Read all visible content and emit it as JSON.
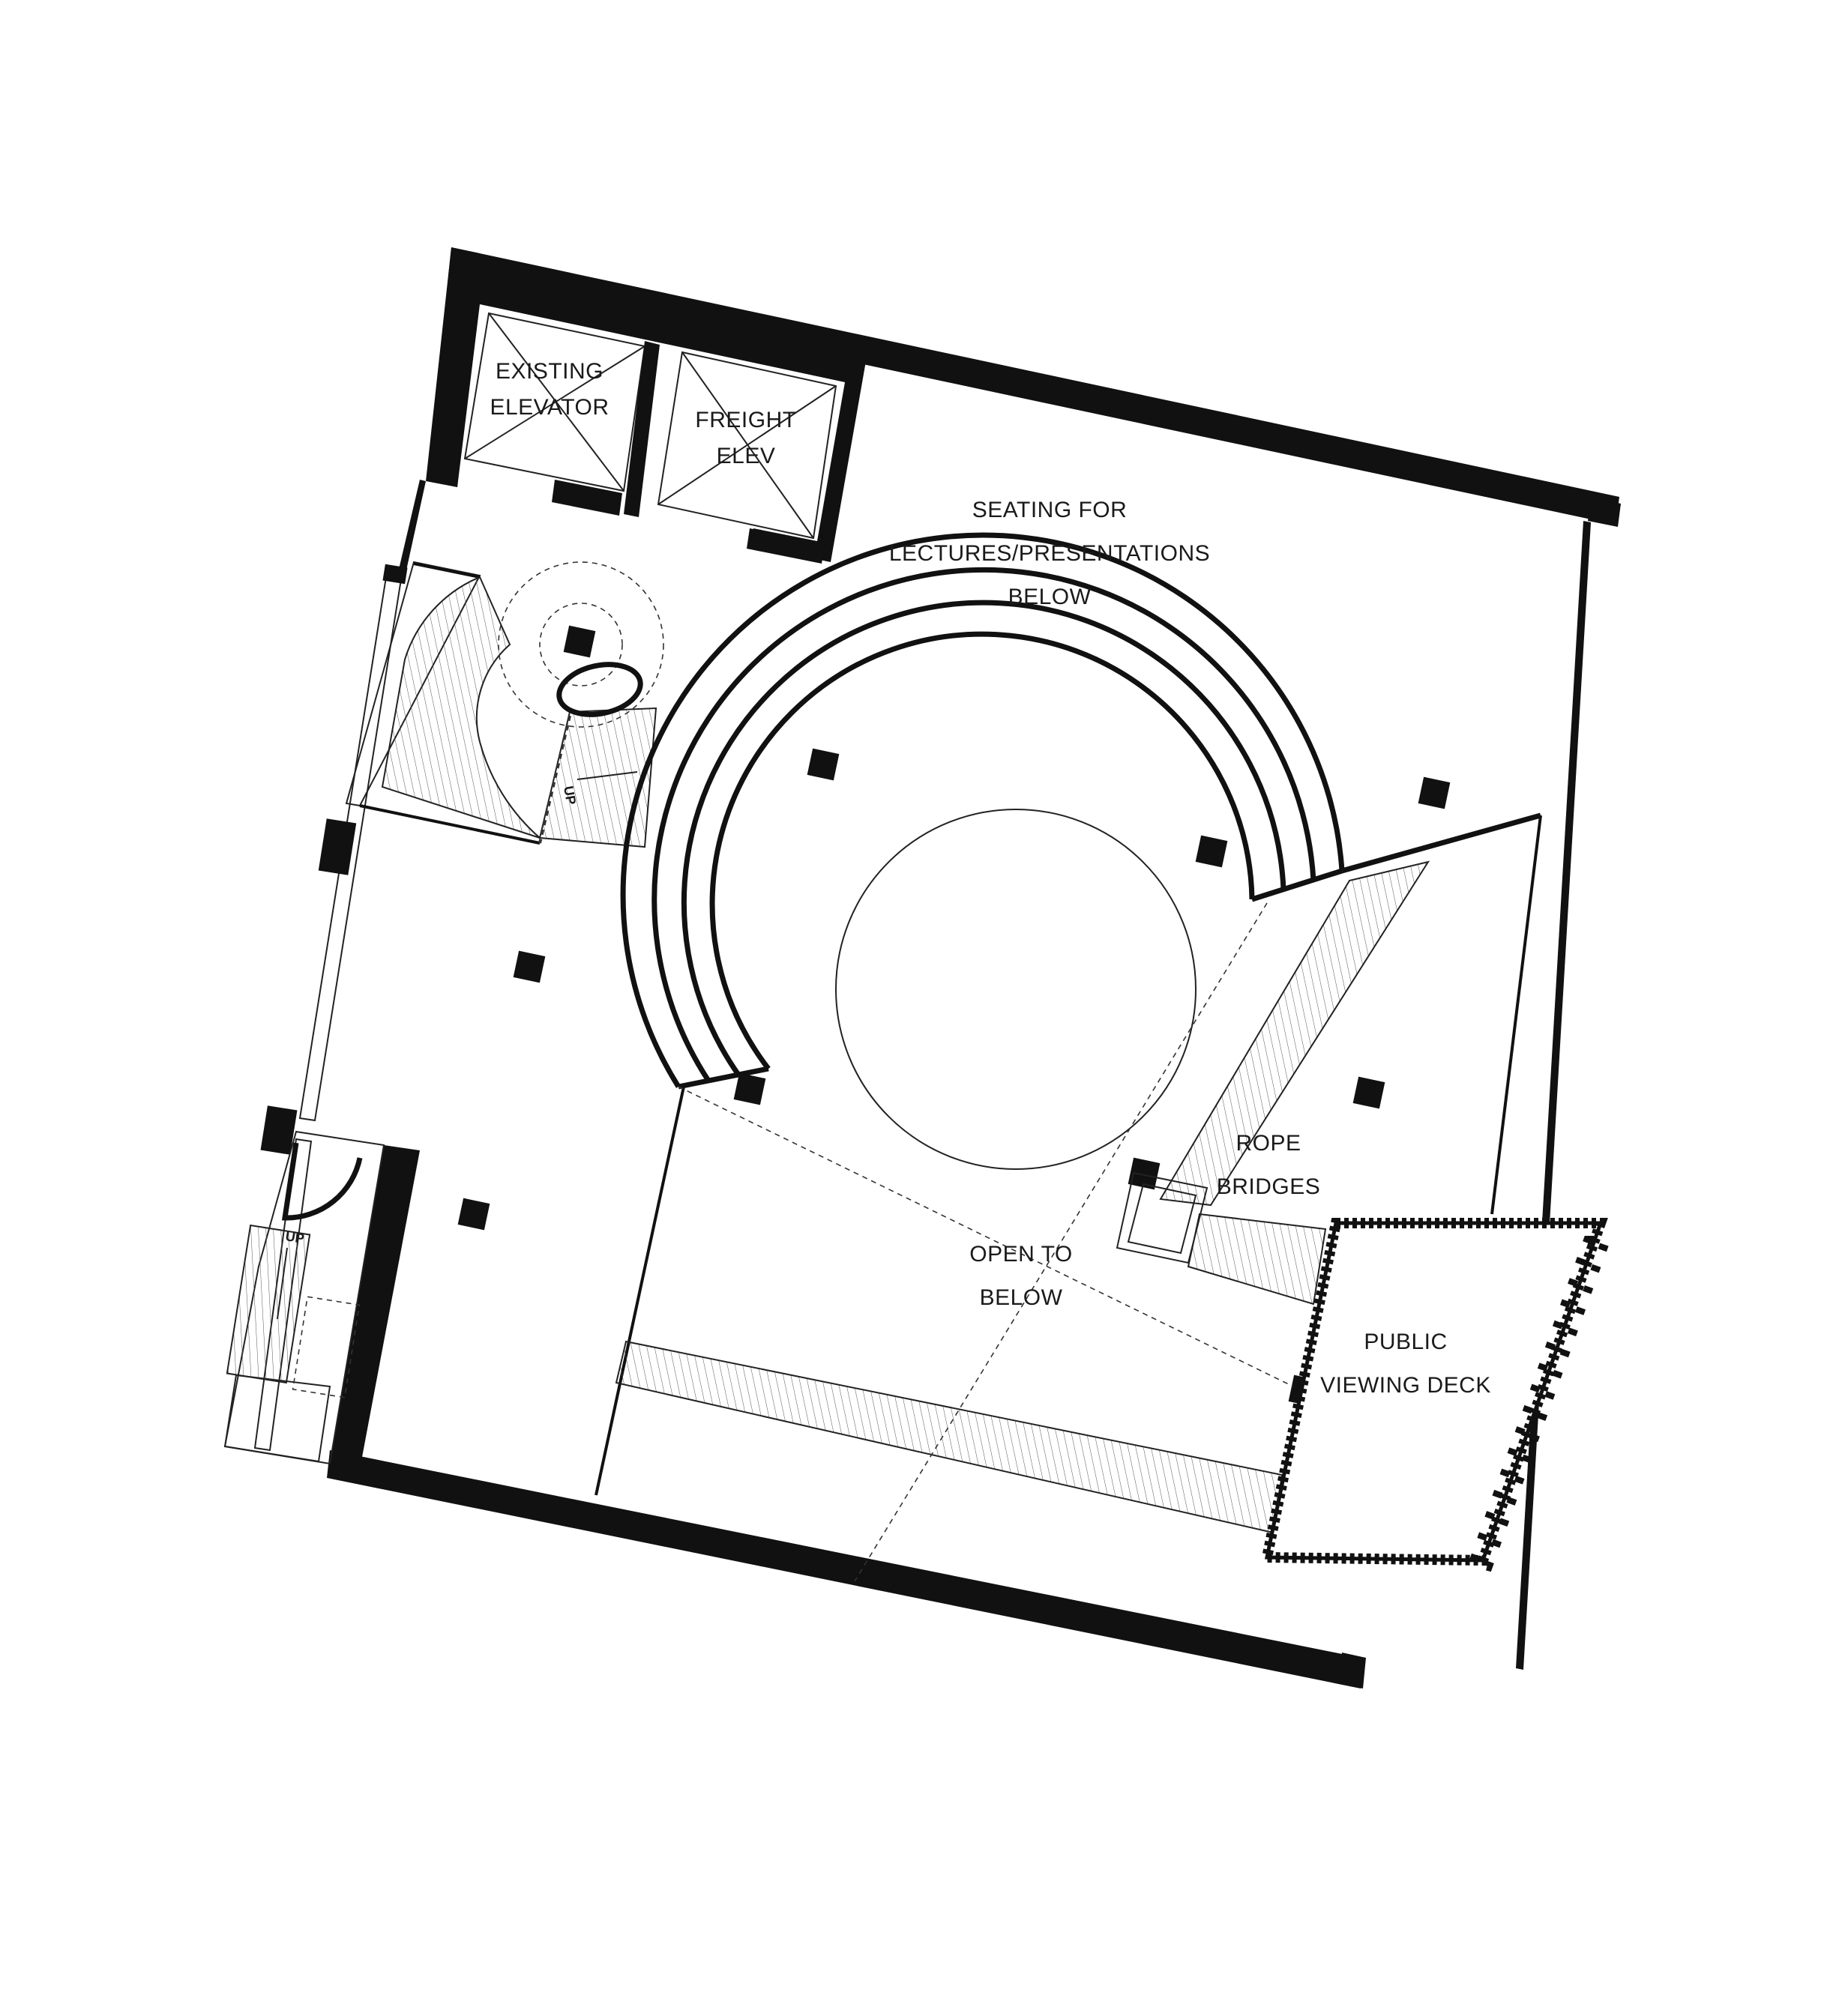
{
  "labels": {
    "existing_elevator": [
      "EXISTING",
      "ELEVATOR"
    ],
    "freight_elevator": [
      "FREIGHT",
      "ELEV"
    ],
    "seating": [
      "SEATING FOR",
      "LECTURES/PRESENTATIONS",
      "BELOW"
    ],
    "rope_bridges": [
      "ROPE",
      "BRIDGES"
    ],
    "open_to_below": [
      "OPEN TO",
      "BELOW"
    ],
    "public_viewing_deck": [
      "PUBLIC",
      "VIEWING DECK"
    ],
    "up_spiral": "UP",
    "up_stair": "UP"
  },
  "colors": {
    "ink": "#111111",
    "paper": "#ffffff"
  }
}
